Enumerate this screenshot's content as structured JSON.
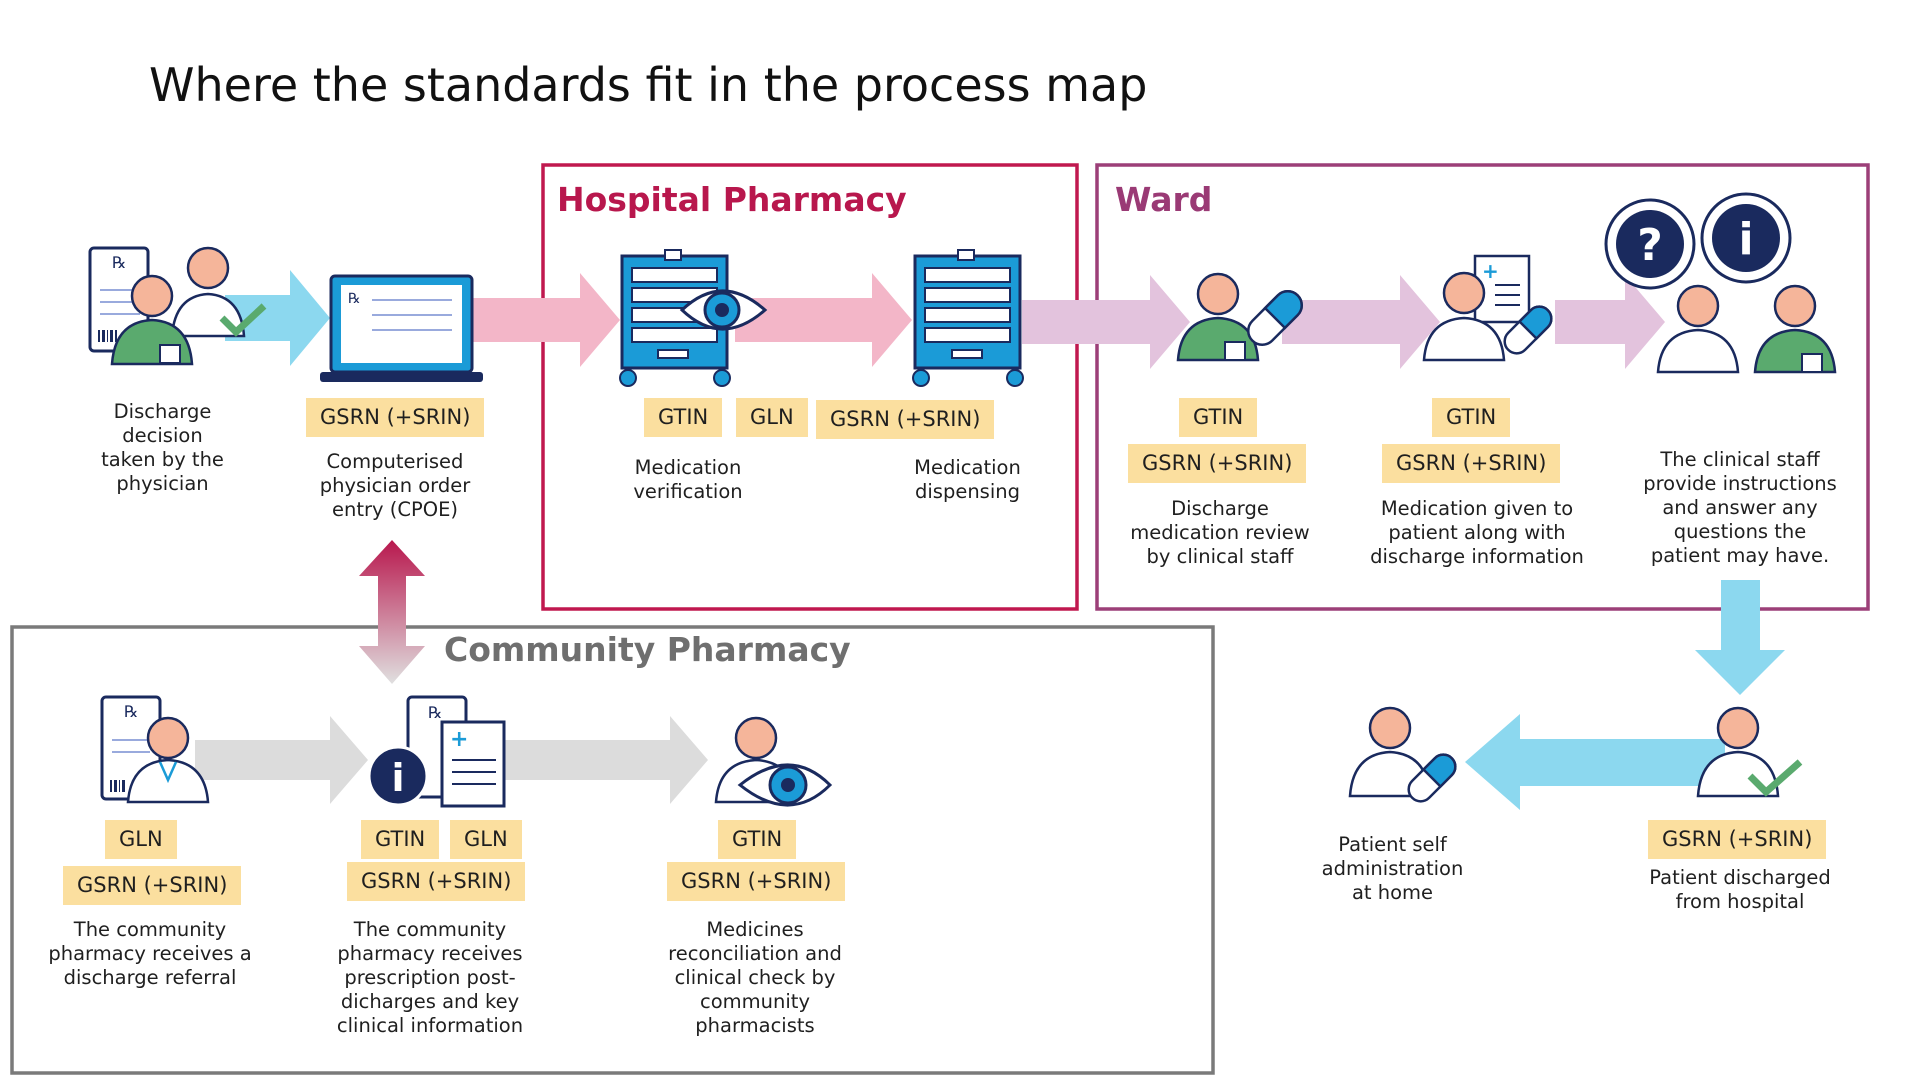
{
  "title": "Where the standards fit in the process map",
  "sections": {
    "hospital_pharmacy": "Hospital Pharmacy",
    "ward": "Ward",
    "community_pharmacy": "Community Pharmacy"
  },
  "colors": {
    "hospital_border": "#c0184f",
    "hospital_label": "#b8174d",
    "ward_border": "#9c3f78",
    "ward_label": "#9a3a75",
    "community_border": "#7a7a7a",
    "community_label": "#6f6f6f",
    "tag_fill": "#fbdf9f",
    "arrow_cyan": "#8cd8ef",
    "arrow_pink": "#f3b6c8",
    "arrow_lilac": "#e3c3dd",
    "arrow_grey": "#dcdcdc",
    "icon_navy": "#1a2a5e",
    "icon_teal": "#1b9bd7",
    "skin": "#f5b59a",
    "green": "#5aaa6e"
  },
  "steps": {
    "discharge_decision": {
      "caption": "Discharge\ndecision\ntaken by the\nphysician",
      "icon": "physician-with-prescription-icon"
    },
    "cpoe": {
      "tags": [
        "GSRN (+SRIN)"
      ],
      "caption": "Computerised\nphysician order\nentry (CPOE)",
      "icon": "laptop-prescription-icon"
    },
    "medication_verification": {
      "tags": [
        "GTIN",
        "GLN"
      ],
      "caption": "Medication\nverification",
      "icon": "medicine-cabinet-eye-icon"
    },
    "medication_dispensing": {
      "tags": [
        "GSRN (+SRIN)"
      ],
      "caption": "Medication\ndispensing",
      "icon": "medicine-cabinet-icon"
    },
    "discharge_review": {
      "tags": [
        "GTIN",
        "GSRN (+SRIN)"
      ],
      "caption": "Discharge\nmedication review\nby clinical staff",
      "icon": "staff-with-medicine-icon"
    },
    "medication_given": {
      "tags": [
        "GTIN",
        "GSRN (+SRIN)"
      ],
      "caption": "Medication given to\npatient along with\ndischarge information",
      "icon": "patient-with-document-icon"
    },
    "clinical_instructions": {
      "caption": "The clinical staff\nprovide instructions\nand answer any\nquestions the\npatient may have.",
      "icon": "question-info-bubbles-icon"
    },
    "patient_discharged": {
      "tags": [
        "GSRN (+SRIN)"
      ],
      "caption": "Patient discharged\nfrom hospital",
      "icon": "patient-checkmark-icon"
    },
    "self_administration": {
      "caption": "Patient self\nadministration\nat home",
      "icon": "patient-with-pill-icon"
    },
    "community_referral": {
      "tags": [
        "GLN",
        "GSRN (+SRIN)"
      ],
      "caption": "The community\npharmacy receives a\ndischarge referral",
      "icon": "pharmacist-prescription-icon"
    },
    "community_prescription": {
      "tags": [
        "GTIN",
        "GLN",
        "GSRN (+SRIN)"
      ],
      "caption": "The community\npharmacy  receives\nprescription post-\ndicharges and key\nclinical information",
      "icon": "documents-info-icon"
    },
    "medicines_reconciliation": {
      "tags": [
        "GTIN",
        "GSRN (+SRIN)"
      ],
      "caption": "Medicines\nreconciliation and\nclinical check by\ncommunity\npharmacists",
      "icon": "pharmacist-eye-icon"
    }
  }
}
